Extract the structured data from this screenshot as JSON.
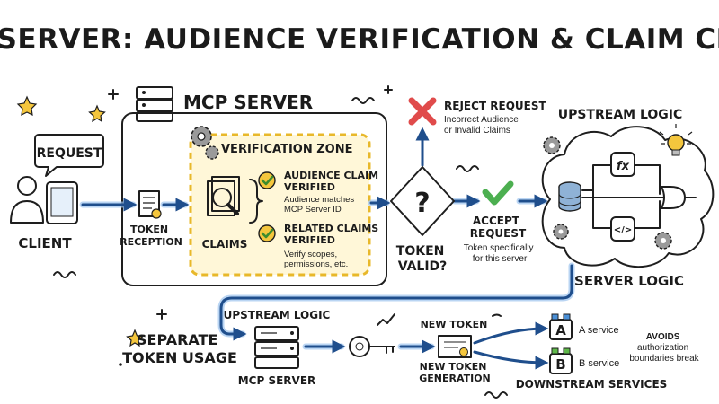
{
  "title": "MCP SERVER: AUDIENCE VERIFICATION & CLAIM CHECK",
  "client": {
    "request": "REQUEST",
    "label": "CLIENT"
  },
  "mcp_server": {
    "label": "MCP SERVER",
    "token_reception": [
      "TOKEN",
      "RECEPTION"
    ],
    "verification_zone": {
      "label": "VERIFICATION ZONE",
      "claims_label": "CLAIMS",
      "audience": {
        "title": [
          "AUDIENCE CLAIM",
          "VERIFIED"
        ],
        "desc": [
          "Audience matches",
          "MCP Server ID"
        ]
      },
      "related": {
        "title": [
          "RELATED CLAIMS",
          "VERIFIED"
        ],
        "desc": [
          "Verify scopes,",
          "permissions, etc."
        ]
      }
    }
  },
  "decision": {
    "label": [
      "TOKEN",
      "VALID?"
    ],
    "glyph": "?"
  },
  "reject": {
    "title": "REJECT REQUEST",
    "desc": [
      "Incorrect Audience",
      "or Invalid Claims"
    ]
  },
  "accept": {
    "title": [
      "ACCEPT",
      "REQUEST"
    ],
    "desc": [
      "Token specifically",
      "for this server"
    ]
  },
  "upstream_cloud": {
    "top_label": "UPSTREAM LOGIC",
    "bottom_label": "SERVER LOGIC",
    "fx": "fx",
    "code": "</>"
  },
  "bottom_flow": {
    "separate": [
      "SEPARATE",
      "TOKEN USAGE"
    ],
    "upstream_label": "UPSTREAM LOGIC",
    "mcp_label": "MCP SERVER",
    "new_token_label": "NEW TOKEN",
    "generation": [
      "NEW TOKEN",
      "GENERATION"
    ],
    "services": [
      {
        "badge": "A",
        "label": "A service",
        "color": "#4a8fd6"
      },
      {
        "badge": "B",
        "label": "B service",
        "color": "#5fb84a"
      }
    ],
    "avoids": [
      "AVOIDS",
      "authorization",
      "boundaries break"
    ],
    "downstream": "DOWNSTREAM SERVICES"
  },
  "colors": {
    "arrow": "#1f4e8c",
    "highlight": "#f4c63d",
    "reject": "#e04b4b",
    "accept": "#4caf50",
    "server": "#8fb2d6"
  }
}
